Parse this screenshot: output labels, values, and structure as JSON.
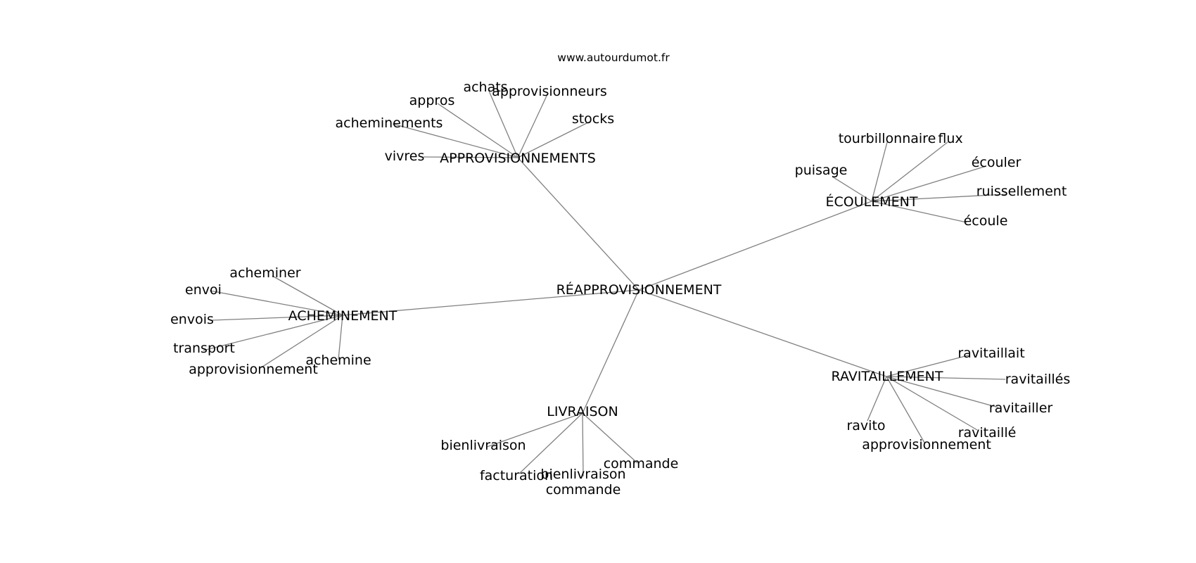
{
  "site_credit": "www.autourdumot.fr",
  "center": {
    "id": "center",
    "label": "RÉAPPROVISIONNEMENT"
  },
  "clusters": [
    {
      "id": "approvisionnements",
      "label": "APPROVISIONNEMENTS",
      "leaves": [
        "achats",
        "approvisionneurs",
        "appros",
        "stocks",
        "acheminements",
        "vivres"
      ]
    },
    {
      "id": "ecoulement",
      "label": "ÉCOULEMENT",
      "leaves": [
        "tourbillonnaire",
        "flux",
        "puisage",
        "écouler",
        "ruissellement",
        "écoule"
      ]
    },
    {
      "id": "acheminement",
      "label": "ACHEMINEMENT",
      "leaves": [
        "acheminer",
        "envoi",
        "envois",
        "transport",
        "approvisionnement",
        "achemine"
      ]
    },
    {
      "id": "livraison",
      "label": "LIVRAISON",
      "leaves": [
        "bienlivraison",
        "facturation",
        "bienlivraison\ncommande",
        "commande"
      ]
    },
    {
      "id": "ravitaillement",
      "label": "RAVITAILLEMENT",
      "leaves": [
        "ravitaillait",
        "ravitaillés",
        "ravitailler",
        "ravito",
        "ravitaillé",
        "approvisionnement"
      ]
    }
  ]
}
